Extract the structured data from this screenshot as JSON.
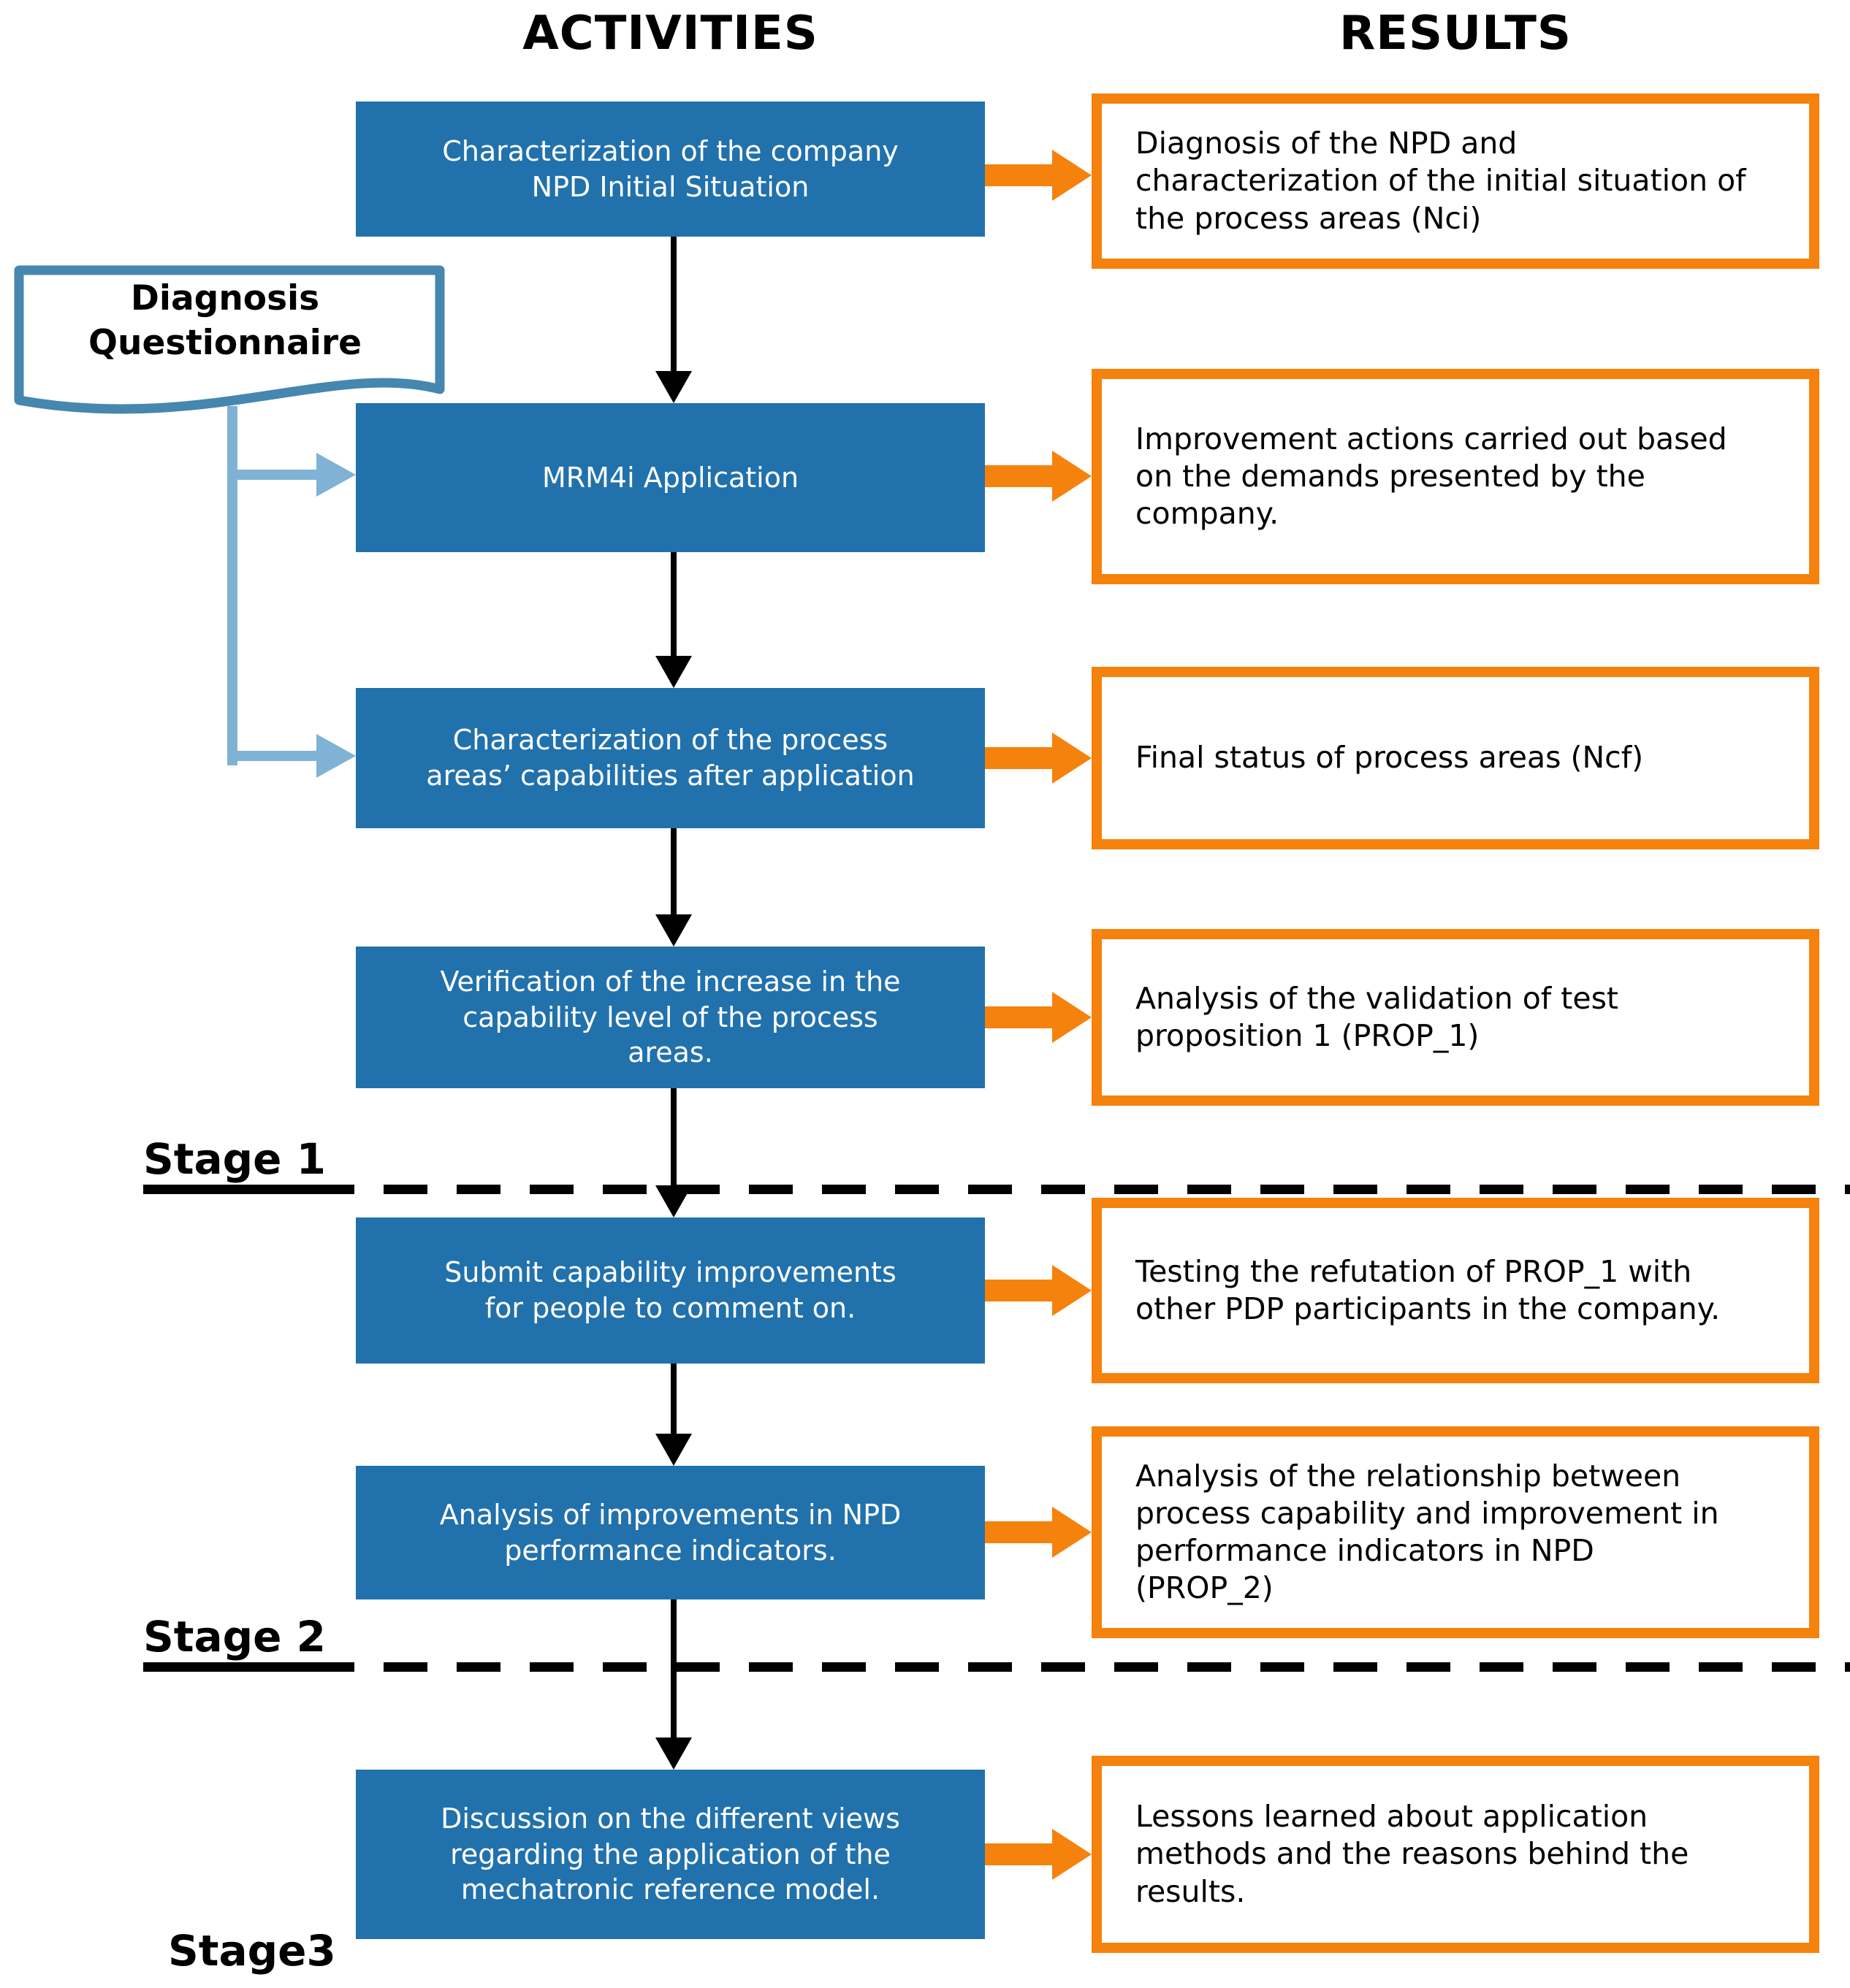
{
  "columns": {
    "activities_header": "ACTIVITIES",
    "results_header": "RESULTS"
  },
  "document_shape": {
    "label": "Diagnosis\nQuestionnaire"
  },
  "stages": [
    {
      "label": "Stage 1"
    },
    {
      "label": "Stage 2"
    },
    {
      "label": "Stage3"
    }
  ],
  "rows": [
    {
      "activity": "Characterization of the company\nNPD Initial Situation",
      "result": "Diagnosis of the NPD and\ncharacterization of the initial situation of\nthe process areas (Nci)"
    },
    {
      "activity": "MRM4i Application",
      "result": "Improvement actions carried out based\non the demands presented by the\ncompany."
    },
    {
      "activity": "Characterization of the process\nareas’ capabilities after application",
      "result": "Final status of process areas (Ncf)"
    },
    {
      "activity": "Verification of the increase in the\ncapability level of the process\nareas.",
      "result": "Analysis of the validation of test\nproposition 1 (PROP_1)"
    },
    {
      "activity": "Submit capability improvements\nfor people to comment on.",
      "result": "Testing the refutation of PROP_1 with\nother PDP participants in the company."
    },
    {
      "activity": "Analysis of improvements in NPD\nperformance indicators.",
      "result": "Analysis of the relationship between\nprocess capability and improvement in\nperformance indicators in NPD\n(PROP_2)"
    },
    {
      "activity": "Discussion on the different views\nregarding the application of the\nmechatronic reference model.",
      "result": "Lessons learned about application\nmethods and the reasons behind the\nresults."
    }
  ],
  "colors": {
    "activity_box_fill": "#2171AC",
    "activity_text": "#FFFFFF",
    "result_box_border": "#F5820C",
    "result_text": "#000000",
    "flow_arrow": "#000000",
    "result_arrow": "#F5820C",
    "connector_light_blue": "#7FB2D5",
    "document_border": "#4587AF",
    "stage_line": "#000000"
  }
}
